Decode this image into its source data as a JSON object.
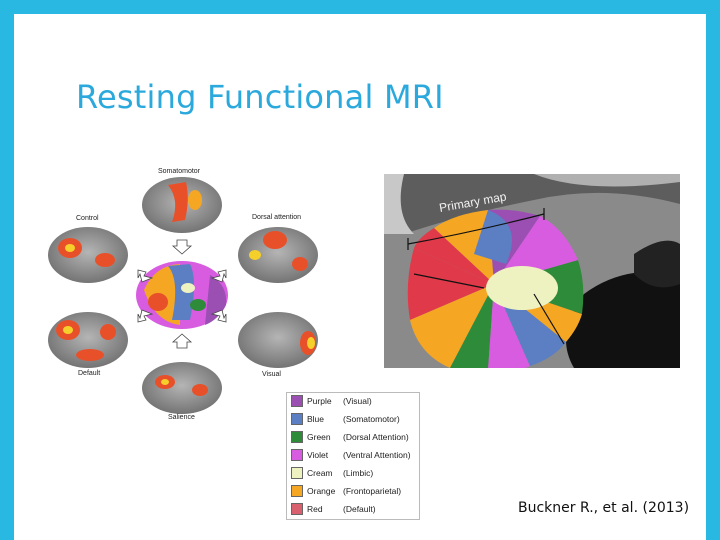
{
  "slide": {
    "title": "Resting Functional MRI",
    "citation": "Buckner R., et al. (2013)"
  },
  "brain_figure": {
    "labels": {
      "somatomotor": "Somatomotor",
      "control": "Control",
      "dorsal_attention": "Dorsal attention",
      "default": "Default",
      "visual": "Visual",
      "salience": "Salience"
    }
  },
  "cerebellum_figure": {
    "label": "Primary map"
  },
  "legend": {
    "items": [
      {
        "color": "#9b4fb3",
        "name": "Purple",
        "network": "(Visual)"
      },
      {
        "color": "#5b7fc2",
        "name": "Blue",
        "network": "(Somatomotor)"
      },
      {
        "color": "#2e8b3a",
        "name": "Green",
        "network": "(Dorsal Attention)"
      },
      {
        "color": "#d85ce0",
        "name": "Violet",
        "network": "(Ventral Attention)"
      },
      {
        "color": "#eef2c0",
        "name": "Cream",
        "network": "(Limbic)"
      },
      {
        "color": "#f5a623",
        "name": "Orange",
        "network": "(Frontoparietal)"
      },
      {
        "color": "#d9606e",
        "name": "Red",
        "network": "(Default)"
      }
    ]
  },
  "colors": {
    "frame": "#29b8e2",
    "title": "#2ca9dc"
  }
}
